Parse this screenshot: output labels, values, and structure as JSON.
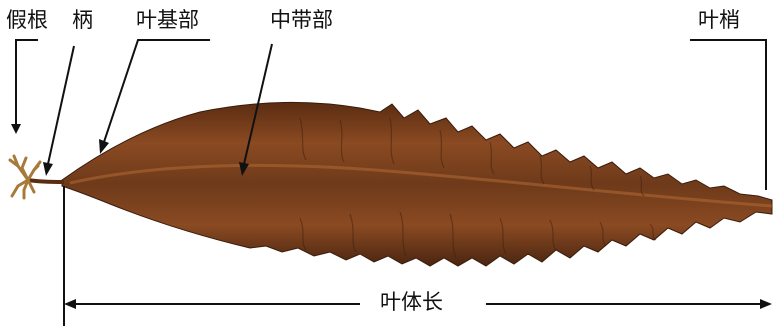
{
  "labels": {
    "holdfast": "假根",
    "stipe": "柄",
    "blade_base": "叶基部",
    "middle_band": "中带部",
    "blade_tip": "叶梢",
    "blade_length": "叶体长"
  },
  "colors": {
    "kelp_dark": "#4a2511",
    "kelp_mid": "#7a3f1c",
    "kelp_light": "#a8622e",
    "ink": "#111111",
    "background": "#ffffff"
  }
}
